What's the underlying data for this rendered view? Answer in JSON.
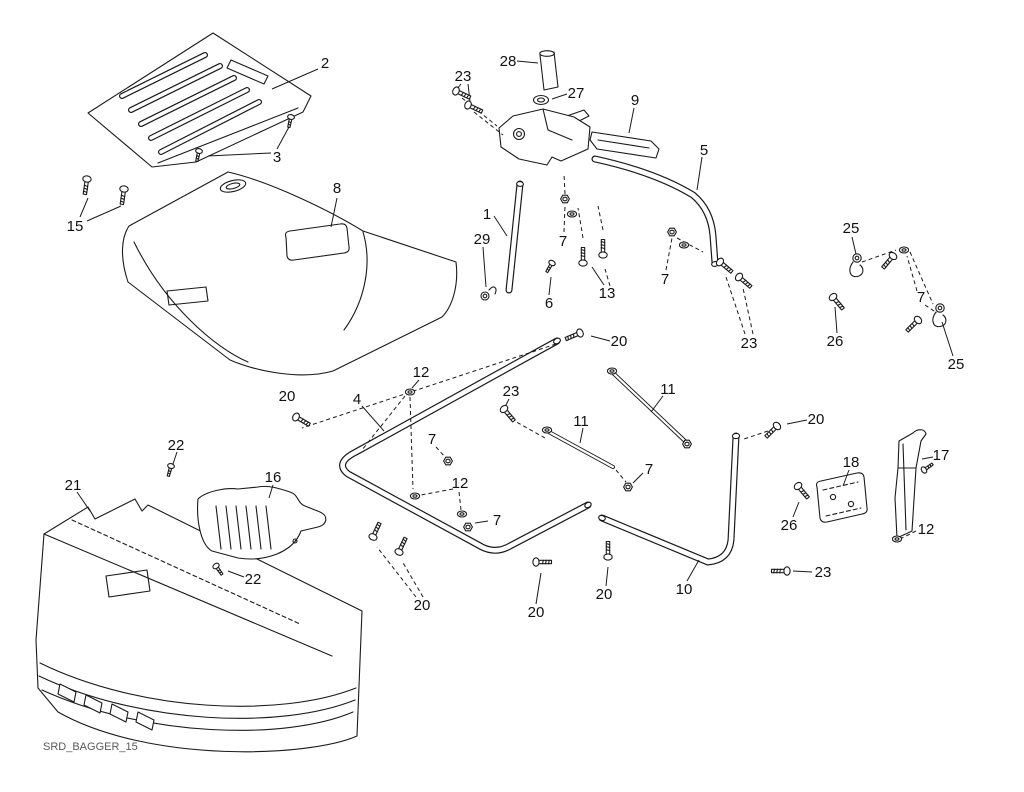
{
  "diagram": {
    "footer_label": "SRD_BAGGER_15",
    "colors": {
      "ink": "#1a1a1a",
      "background": "#ffffff",
      "footer_text": "#595959"
    },
    "callouts": [
      {
        "label": "2"
      },
      {
        "label": "3"
      },
      {
        "label": "15"
      },
      {
        "label": "8"
      },
      {
        "label": "23"
      },
      {
        "label": "28"
      },
      {
        "label": "27"
      },
      {
        "label": "9"
      },
      {
        "label": "5"
      },
      {
        "label": "1"
      },
      {
        "label": "29"
      },
      {
        "label": "7"
      },
      {
        "label": "6"
      },
      {
        "label": "13"
      },
      {
        "label": "7"
      },
      {
        "label": "23"
      },
      {
        "label": "25"
      },
      {
        "label": "7"
      },
      {
        "label": "26"
      },
      {
        "label": "25"
      },
      {
        "label": "20"
      },
      {
        "label": "12"
      },
      {
        "label": "4"
      },
      {
        "label": "20"
      },
      {
        "label": "23"
      },
      {
        "label": "11"
      },
      {
        "label": "11"
      },
      {
        "label": "7"
      },
      {
        "label": "7"
      },
      {
        "label": "20"
      },
      {
        "label": "12"
      },
      {
        "label": "7"
      },
      {
        "label": "22"
      },
      {
        "label": "16"
      },
      {
        "label": "21"
      },
      {
        "label": "22"
      },
      {
        "label": "20"
      },
      {
        "label": "20"
      },
      {
        "label": "20"
      },
      {
        "label": "10"
      },
      {
        "label": "23"
      },
      {
        "label": "26"
      },
      {
        "label": "18"
      },
      {
        "label": "17"
      },
      {
        "label": "12"
      }
    ]
  }
}
